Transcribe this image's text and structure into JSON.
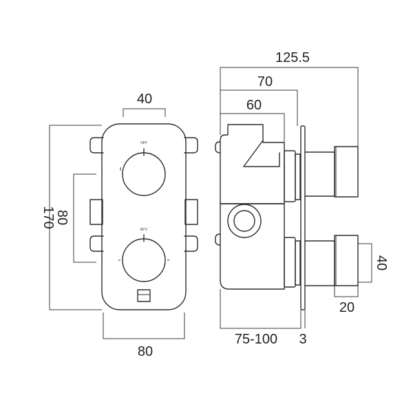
{
  "front_view": {
    "dim_top": "40",
    "dim_left_outer": "170",
    "dim_left_inner": "80",
    "dim_bottom": "80",
    "label_off": "OFF",
    "label_temp": "38°C"
  },
  "side_view": {
    "dim_overall": "125.5",
    "dim_70": "70",
    "dim_60": "60",
    "dim_depth": "75-100",
    "dim_plate": "3",
    "dim_handle_height": "40",
    "dim_handle_width": "20"
  }
}
